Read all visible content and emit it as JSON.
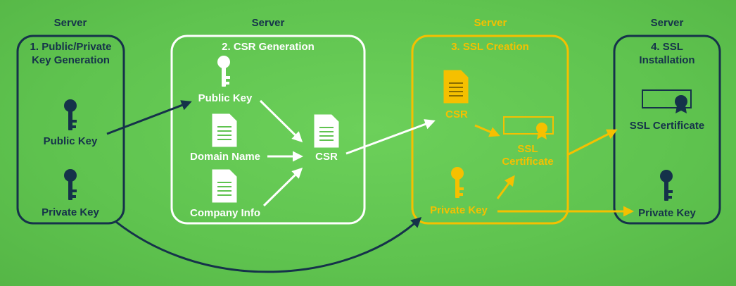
{
  "colors": {
    "navy": "#15324a",
    "white": "#ffffff",
    "yellow": "#f5c000"
  },
  "stages": [
    {
      "server_label": "Server",
      "title_line1": "1. Public/Private",
      "title_line2": "Key Generation"
    },
    {
      "server_label": "Server",
      "title": "2. CSR Generation"
    },
    {
      "server_label": "Server",
      "title": "3. SSL Creation"
    },
    {
      "server_label": "Server",
      "title_line1": "4. SSL",
      "title_line2": "Installation"
    }
  ],
  "stage1": {
    "public_key": "Public Key",
    "private_key": "Private Key"
  },
  "stage2": {
    "public_key": "Public Key",
    "domain_name": "Domain Name",
    "company_info": "Company Info",
    "csr": "CSR"
  },
  "stage3": {
    "csr": "CSR",
    "ssl_line1": "SSL",
    "ssl_line2": "Certificate",
    "private_key": "Private Key"
  },
  "stage4": {
    "ssl_certificate": "SSL Certificate",
    "private_key": "Private Key"
  }
}
